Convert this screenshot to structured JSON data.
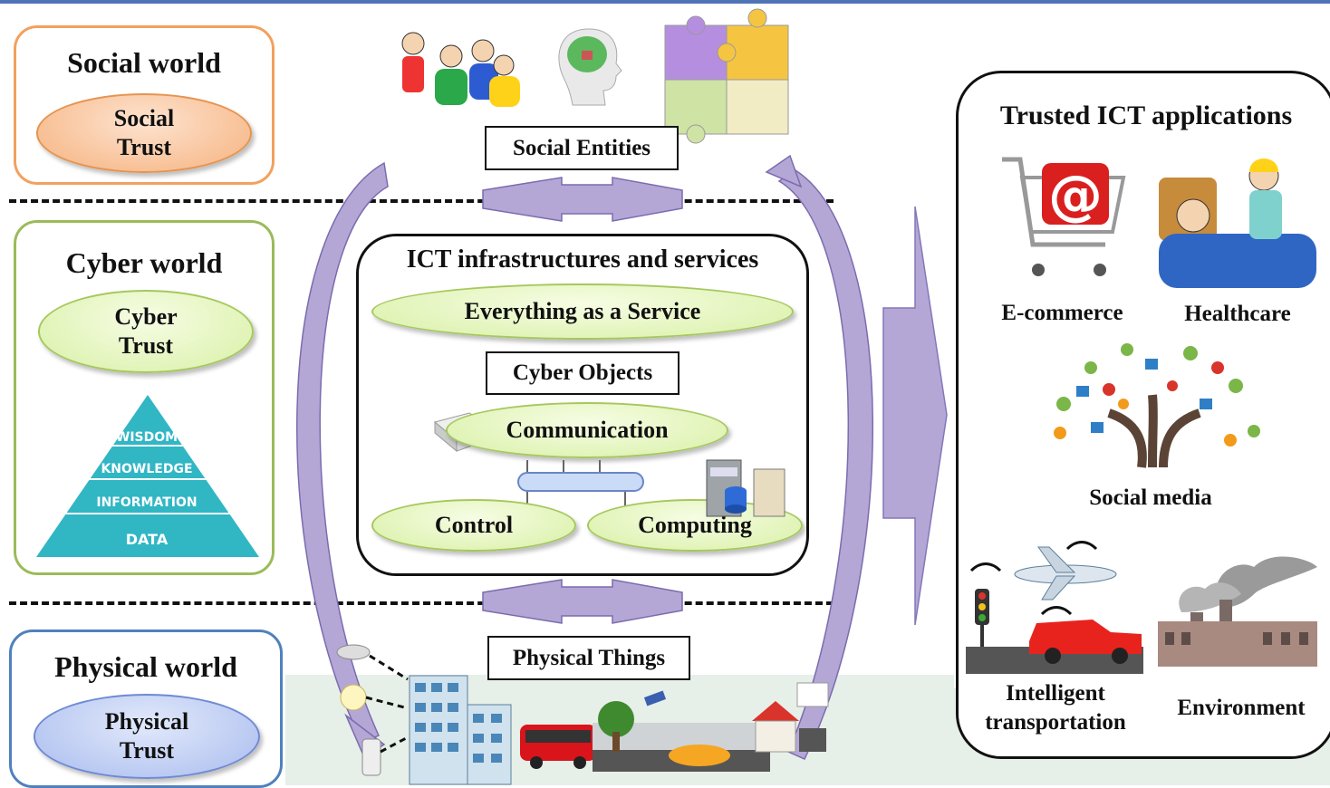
{
  "worlds": {
    "social": {
      "title": "Social world",
      "trust": "Social Trust"
    },
    "cyber": {
      "title": "Cyber world",
      "trust": "Cyber Trust"
    },
    "physical": {
      "title": "Physical world",
      "trust": "Physical Trust"
    }
  },
  "pyramid": [
    "WISDOM",
    "KNOWLEDGE",
    "INFORMATION",
    "DATA"
  ],
  "center": {
    "social_entities": "Social Entities",
    "ict_title": "ICT infrastructures and services",
    "xaas": "Everything as a Service",
    "cyber_objects": "Cyber Objects",
    "communication": "Communication",
    "control": "Control",
    "computing": "Computing",
    "physical_things": "Physical Things"
  },
  "apps": {
    "title": "Trusted ICT applications",
    "items": [
      "E-commerce",
      "Healthcare",
      "Social media",
      "Intelligent transportation",
      "Environment"
    ]
  },
  "colors": {
    "social_border": "#f2a15f",
    "cyber_border": "#9bbb59",
    "physical_border": "#4f81bd",
    "arrow_fill": "#b4a7d6",
    "pyramid": "#31b6c4"
  }
}
